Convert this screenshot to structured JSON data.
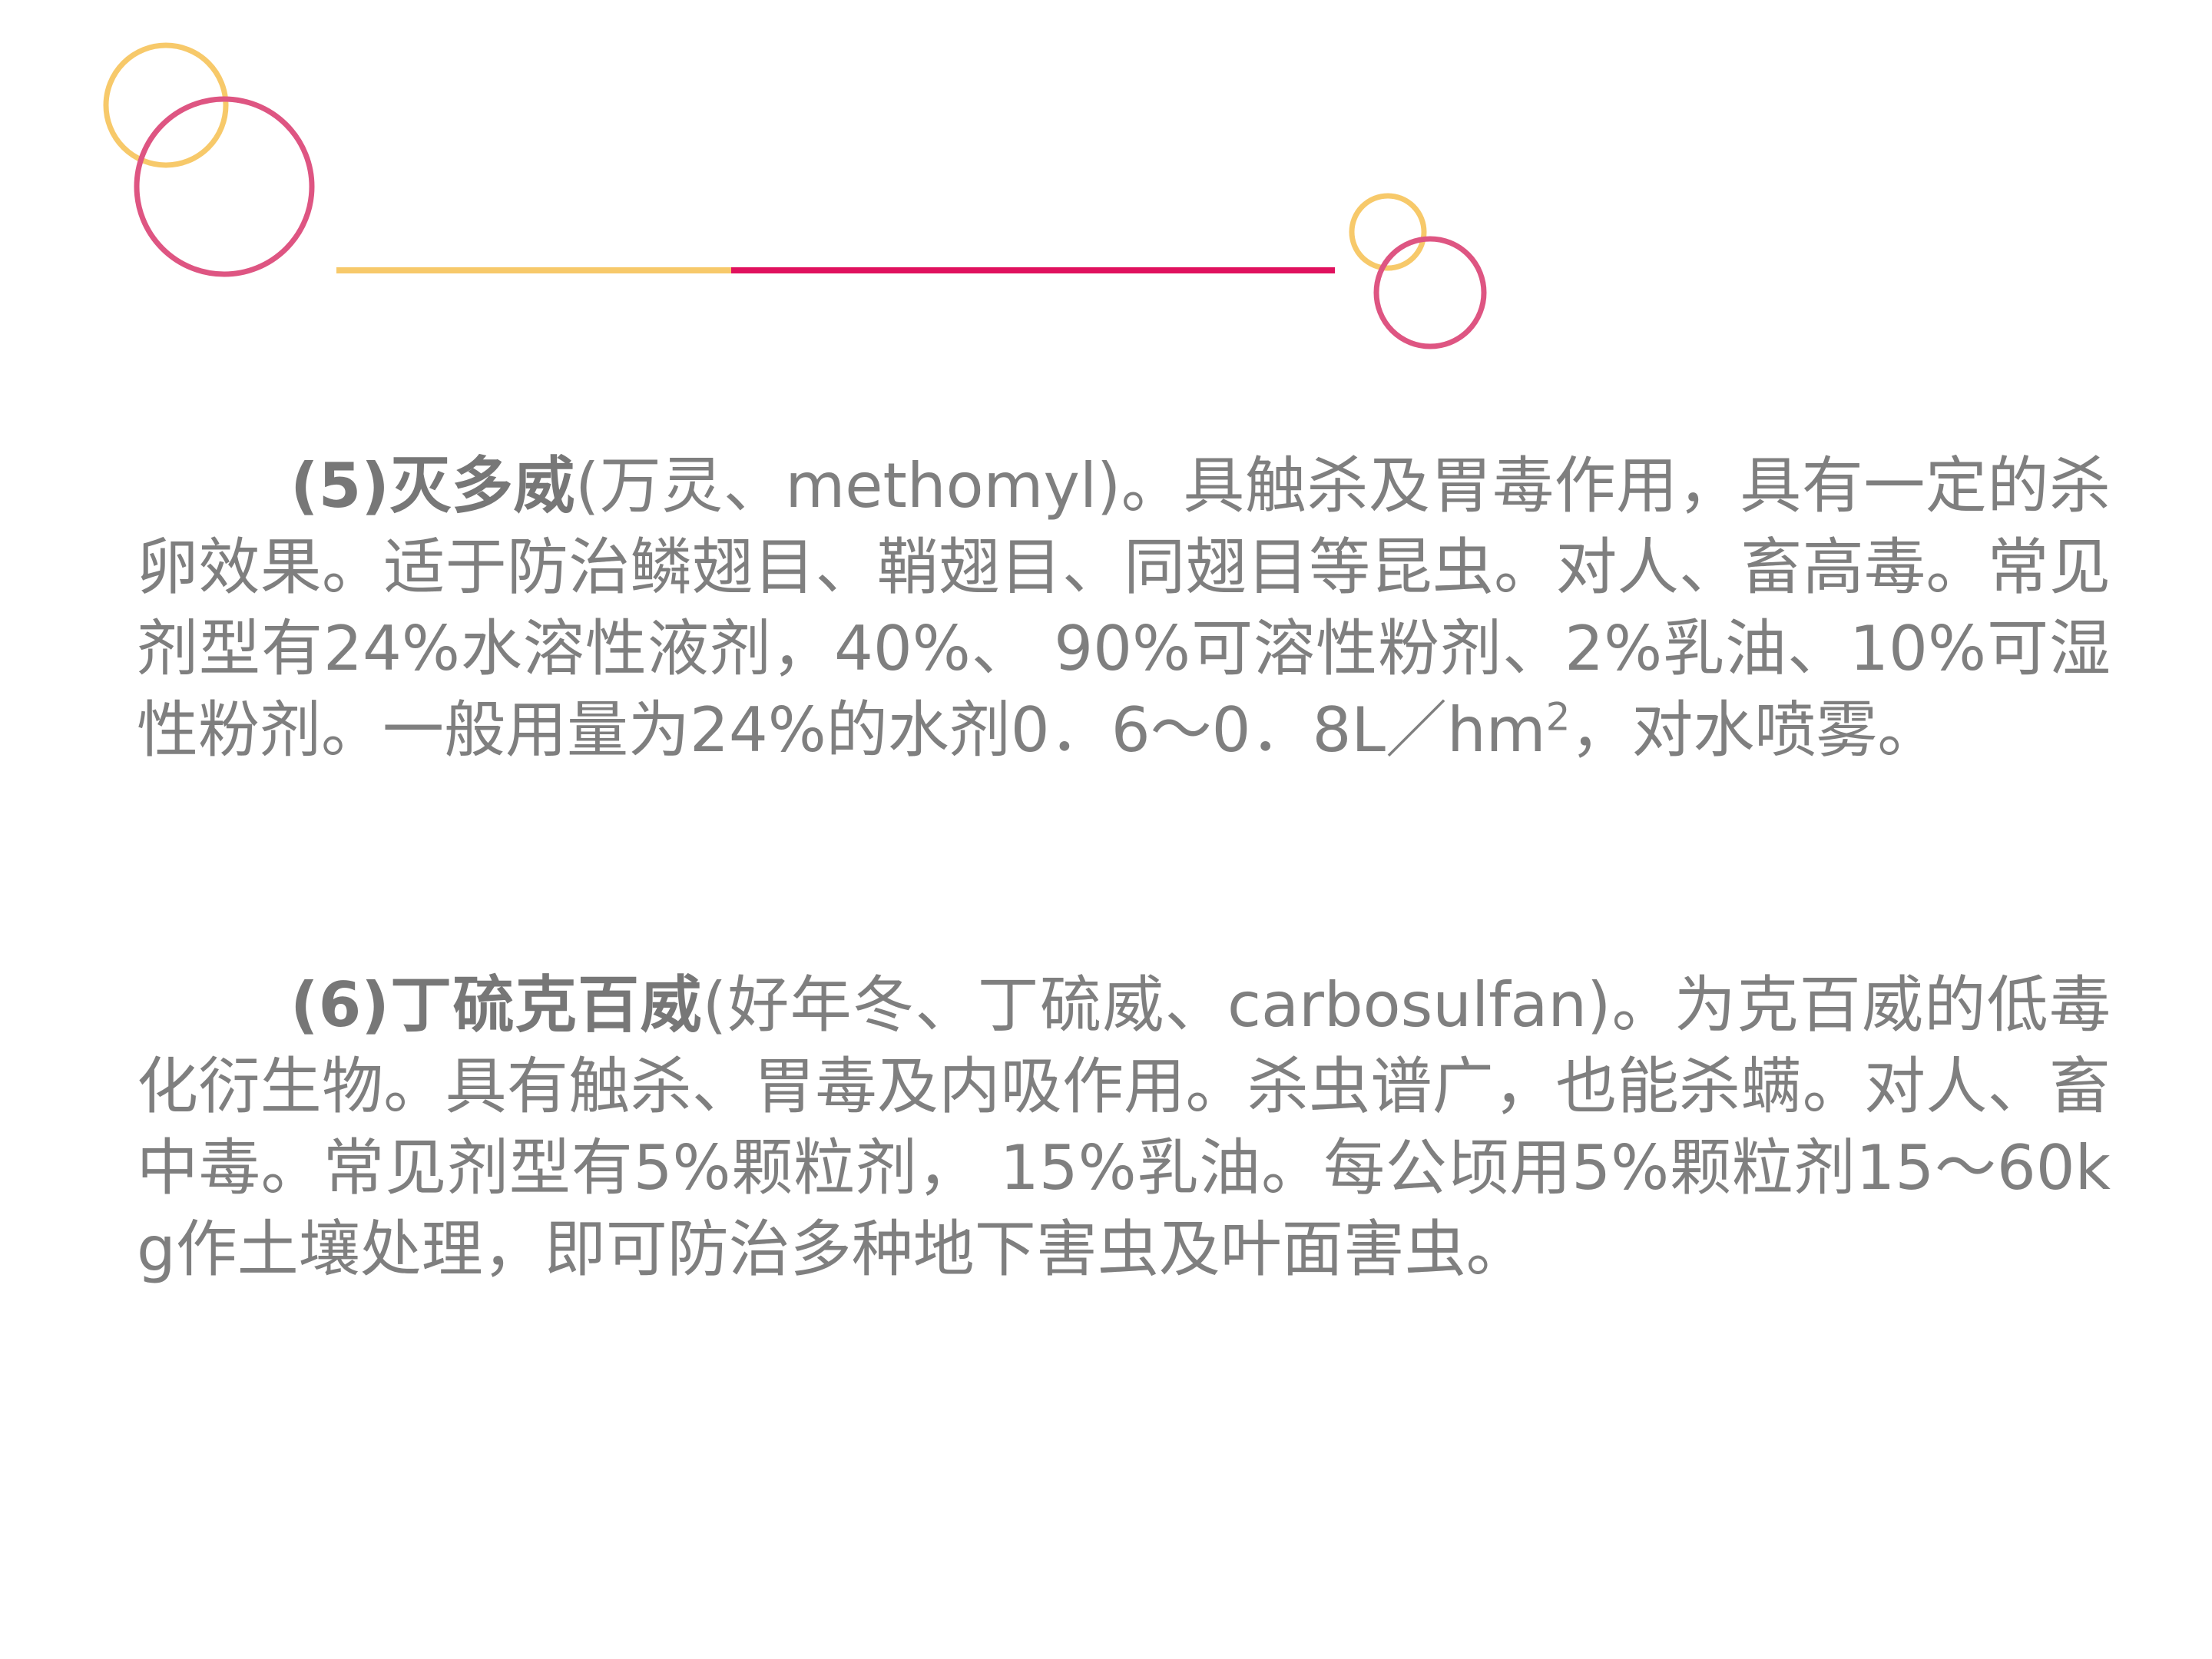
{
  "colors": {
    "accent_yellow": "#f7c96a",
    "accent_pink": "#de5582",
    "accent_magenta": "#e0115e",
    "text": "#7f7f7f"
  },
  "paragraphs": [
    {
      "lead": "(5)灭多威",
      "body": "(万灵、methomyl)。具触杀及胃毒作用，具有一定的杀卵效果。适于防治鳞翅目、鞘翅目、同翅目等昆虫。对人、畜高毒。常见剂型有24%水溶性液剂，40%、 90%可溶性粉剂、2%乳油、10%可湿性粉剂。一般用量为24%的水剂0．6～0．8L／hm",
      "sup": "2",
      "tail": "，对水喷雾。"
    },
    {
      "lead": "(6)丁硫克百威",
      "body": "(好年冬、丁硫威、carbosulfan)。为克百威的低毒化衍生物。具有触杀、胃毒及内吸作用。杀虫谱广，也能杀螨。对人、畜中毒。常见剂型有5%颗粒剂， 15%乳油。每公顷用5%颗粒剂15～60kg作土壤处理，即可防治多种地下害虫及叶面害虫。"
    }
  ]
}
